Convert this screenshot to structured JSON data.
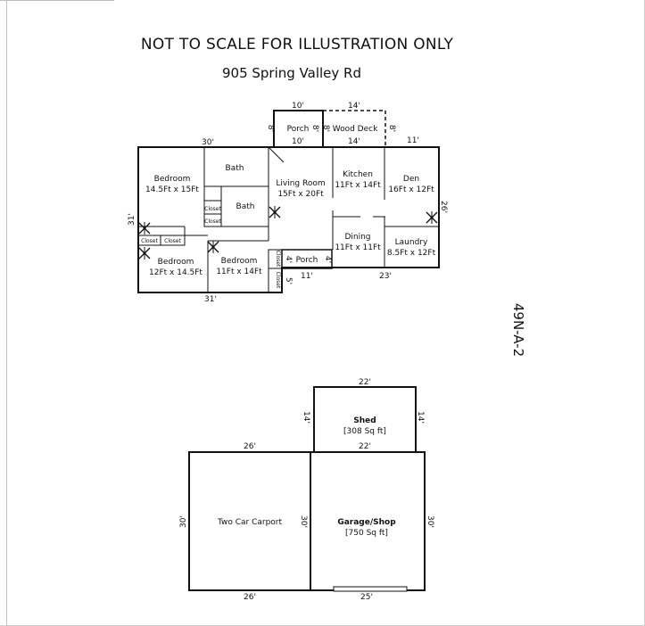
{
  "header": {
    "title": "NOT TO SCALE FOR ILLUSTRATION ONLY",
    "address": "905 Spring Valley Rd"
  },
  "parcel_id": "49N-A-2",
  "house": {
    "rooms": {
      "bedroom_nw": {
        "name": "Bedroom",
        "size": "14.5Ft x 15Ft"
      },
      "bath_1": {
        "name": "Bath"
      },
      "bath_2": {
        "name": "Bath"
      },
      "closet_1": "Closet",
      "closet_2": "Closet",
      "closet_3": "Closet",
      "closet_4": "Closet",
      "closet_5": "Closet",
      "closet_6": "Closet",
      "living_room": {
        "name": "Living Room",
        "size": "15Ft x 20Ft"
      },
      "kitchen": {
        "name": "Kitchen",
        "size": "11Ft x 14Ft"
      },
      "den": {
        "name": "Den",
        "size": "16Ft x 12Ft"
      },
      "dining": {
        "name": "Dining",
        "size": "11Ft x 11Ft"
      },
      "laundry": {
        "name": "Laundry",
        "size": "8.5Ft x 12Ft"
      },
      "bedroom_sw": {
        "name": "Bedroom",
        "size": "12Ft x 14.5Ft"
      },
      "bedroom_s": {
        "name": "Bedroom",
        "size": "11Ft x 14Ft"
      },
      "porch_front": {
        "name": "Porch"
      },
      "porch_rear": {
        "name": "Porch"
      },
      "wood_deck": {
        "name": "Wood Deck"
      }
    },
    "dimensions": {
      "top_left": "30'",
      "porch_top": "10'",
      "porch_bottom": "10'",
      "porch_left": "8'",
      "porch_right": "8'",
      "deck_top": "14'",
      "deck_bottom": "14'",
      "deck_left": "8'",
      "deck_right": "8'",
      "top_right": "11'",
      "right_side": "26'",
      "left_side": "31'",
      "bottom_left": "31'",
      "rear_porch_left": "4'",
      "rear_porch_right": "4'",
      "rear_step": "5'",
      "bottom_mid": "11'",
      "bottom_right": "23'"
    }
  },
  "outbuildings": {
    "shed": {
      "name": "Shed",
      "area": "[308 Sq ft]",
      "top": "22'",
      "bottom": "22'",
      "left": "14'",
      "right": "14'"
    },
    "carport": {
      "name": "Two Car Carport",
      "top": "26'",
      "bottom": "26'",
      "left": "30'"
    },
    "garage": {
      "name": "Garage/Shop",
      "area": "[750 Sq ft]",
      "left": "30'",
      "right": "30'",
      "bottom": "25'"
    }
  },
  "icons": [
    "ceiling-fan-icon"
  ]
}
